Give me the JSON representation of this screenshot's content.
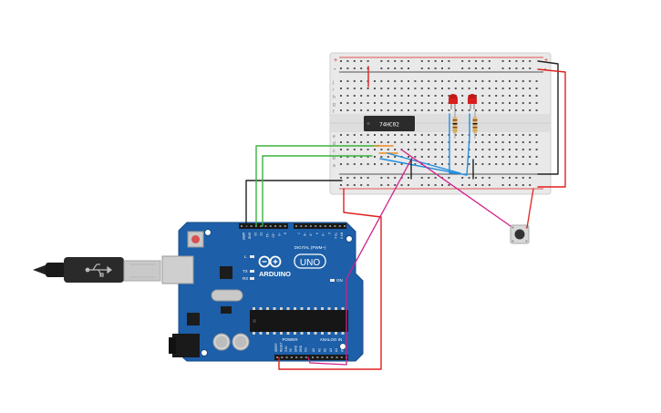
{
  "circuit": {
    "chip": {
      "label": "74HC02"
    },
    "arduino": {
      "brand": "ARDUINO",
      "model": "UNO",
      "digital_header": "DIGITAL (PWM~)",
      "power_header": "POWER",
      "analog_header": "ANALOG IN",
      "on_label": "ON",
      "tx_label": "TX",
      "rx_label": "RX",
      "l_label": "L",
      "top_pins": [
        "AREF",
        "GND",
        "13",
        "12",
        "~11",
        "~10",
        "~9",
        "8",
        "7",
        "~6",
        "~5",
        "4",
        "~3",
        "2",
        "TX 1",
        "RX 0"
      ],
      "power_pins": [
        "IOREF",
        "RESET",
        "3.3V",
        "5V",
        "GND",
        "GND",
        "Vin"
      ],
      "analog_pins": [
        "A0",
        "A1",
        "A2",
        "A3",
        "A4",
        "A5"
      ]
    },
    "breadboard": {
      "row_letters_top": [
        "j",
        "i",
        "h",
        "g",
        "f"
      ],
      "row_letters_bottom": [
        "e",
        "d",
        "c",
        "b",
        "a"
      ],
      "rail_signs": [
        "+",
        "-"
      ]
    },
    "colors": {
      "wire_red": "#e02020",
      "wire_black": "#222222",
      "wire_green": "#3bb33b",
      "wire_blue": "#1f8fe0",
      "wire_magenta": "#d0208a",
      "wire_orange": "#f08a1e",
      "board_blue": "#1d5fa8",
      "led_red": "#d81e1e"
    }
  }
}
